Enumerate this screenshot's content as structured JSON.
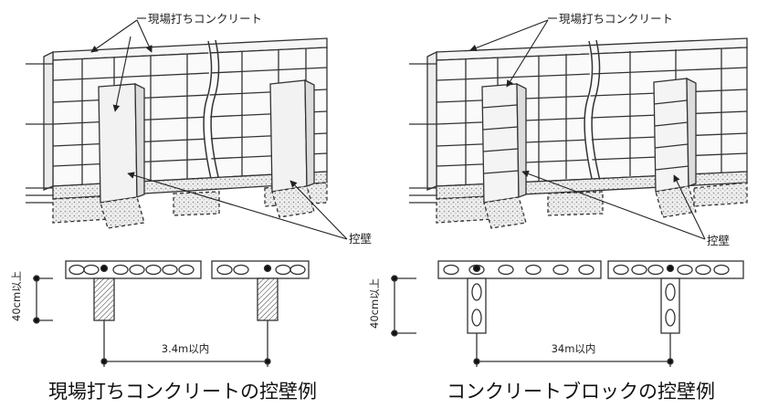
{
  "left": {
    "top_label": "現場打ちコンクリート",
    "buttress_label": "控壁",
    "height_label": "40cm以上",
    "spacing_label": "3.4m以内",
    "caption": "現場打ちコンクリートの控壁例"
  },
  "right": {
    "top_label": "現場打ちコンクリート",
    "buttress_label": "控壁",
    "height_label": "40cm以上",
    "spacing_label": "34m以内",
    "caption": "コンクリートブロックの控壁例"
  }
}
